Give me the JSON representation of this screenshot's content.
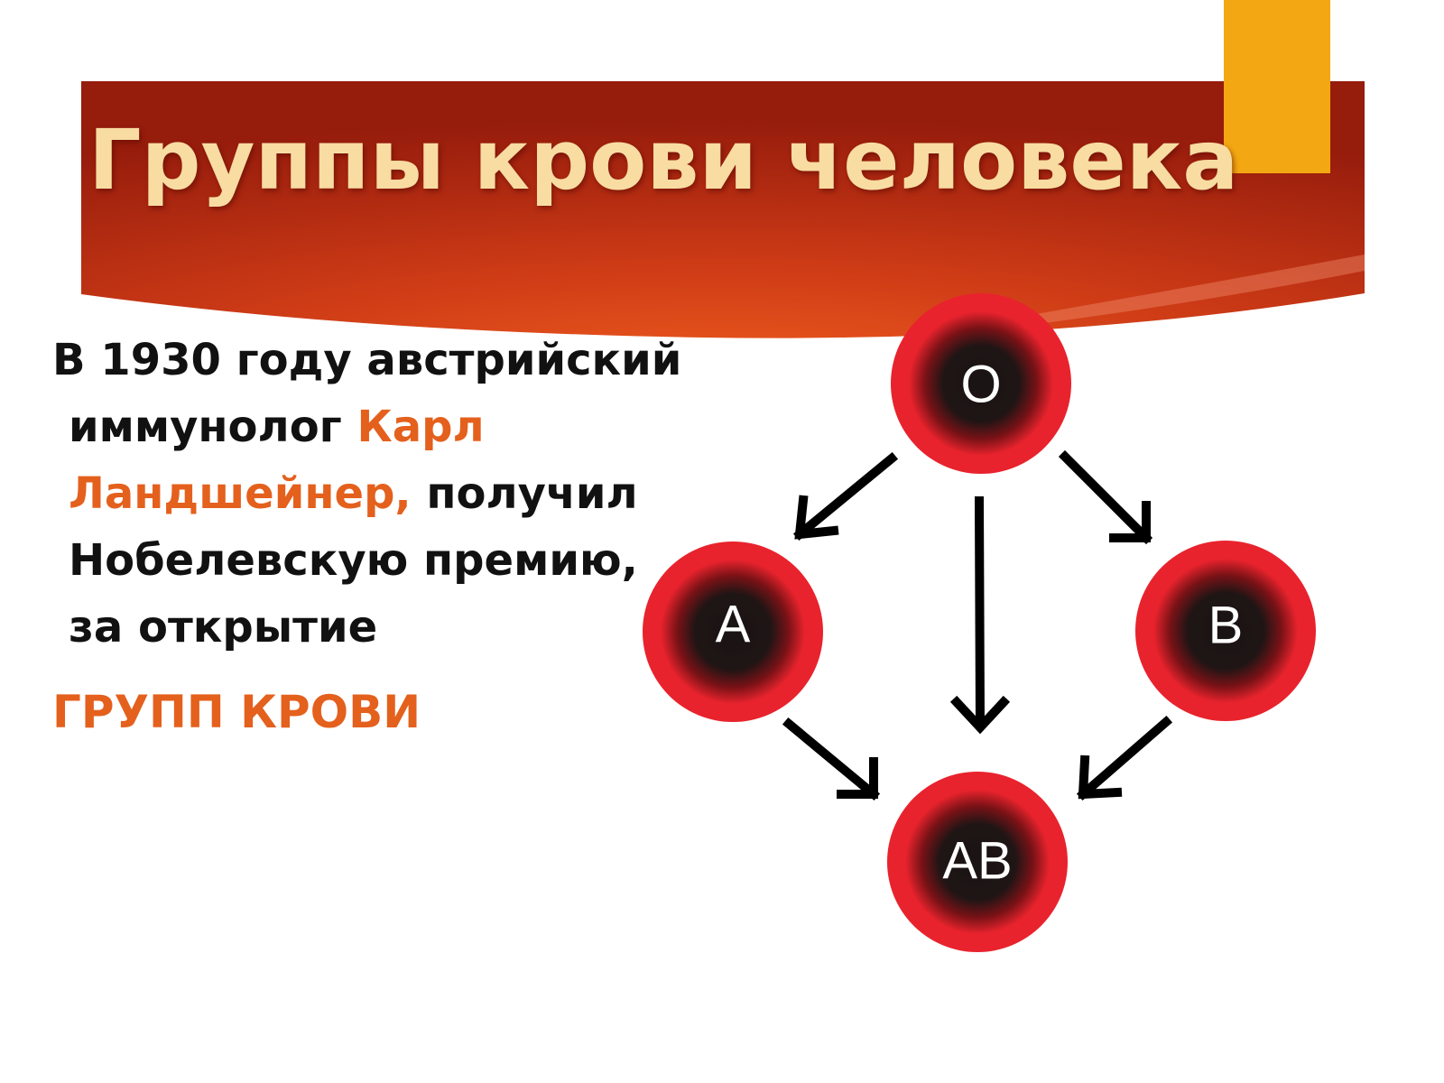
{
  "slide": {
    "title": "Группы крови человека",
    "body": {
      "line1": "В 1930 году австрийский",
      "line2_prefix": "иммунолог ",
      "line2_highlight": "Карл",
      "line3_highlight": "Ландшейнер,",
      "line3_suffix": " получил",
      "line4": "Нобелевскую премию,",
      "line5": "за открытие"
    },
    "subheading": "ГРУПП КРОВИ"
  },
  "diagram": {
    "nodes": {
      "o": "O",
      "a": "A",
      "b": "B",
      "ab": "AB"
    }
  },
  "colors": {
    "banner_dark": "#a3200d",
    "banner_light": "#e04a1c",
    "accent": "#f3a712",
    "title_text": "#f8dca2",
    "highlight_text": "#e4601d",
    "cell_red": "#e8232d",
    "cell_core": "#1a1414"
  }
}
